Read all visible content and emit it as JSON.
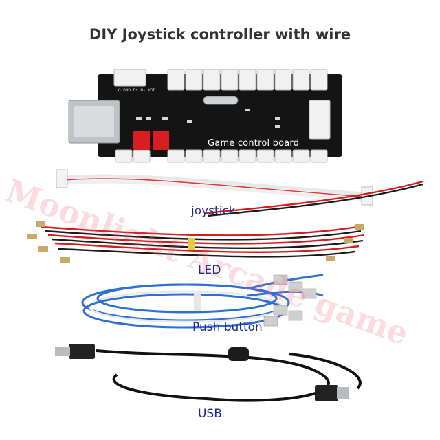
{
  "title": "DIY Joystick controller with wire",
  "board": {
    "label": "Game control board",
    "silkscreen_pins": "G GND D+ D- VDD"
  },
  "labels": {
    "joystick": "joystick",
    "led": "LED",
    "push_button": "Push button",
    "usb": "USB"
  },
  "watermark": "Moonlight Arcade game",
  "colors": {
    "board": "#111111",
    "connector": "#f2f2f2",
    "red_connector": "#d81f1f",
    "led_wire": "#d61b1b",
    "button_wire": "#2e6fd6",
    "usb_cable": "#111111",
    "label_text": "#1e2a8a"
  }
}
